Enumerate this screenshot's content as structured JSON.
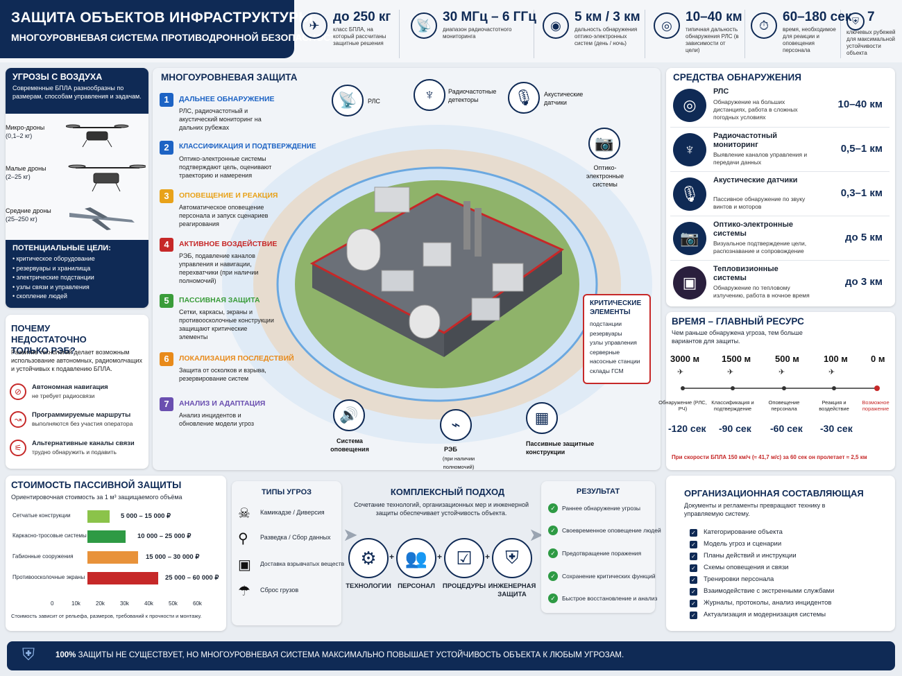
{
  "header": {
    "title": "ЗАЩИТА ОБЪЕКТОВ ИНФРАСТРУКТУРЫ",
    "subtitle": "МНОГОУРОВНЕВАЯ СИСТЕМА ПРОТИВОДРОННОЙ БЕЗОПАСНОСТИ",
    "stats": [
      {
        "icon": "drone-icon",
        "value": "до 250 кг",
        "desc": "класс БПЛА, на который рассчитаны защитные решения"
      },
      {
        "icon": "radio-tower-icon",
        "value": "30 МГц – 6 ГГц",
        "desc": "диапазон радиочастотного мониторинга"
      },
      {
        "icon": "eye-icon",
        "value": "5 км / 3 км",
        "desc": "дальность обнаружения оптико-электронных систем (день / ночь)"
      },
      {
        "icon": "radar-icon",
        "value": "10–40 км",
        "desc": "типичная дальность обнаружения РЛС (в зависимости от цели)"
      },
      {
        "icon": "stopwatch-icon",
        "value": "60–180 сек",
        "desc": "время, необходимое для реакции и оповещения персонала"
      },
      {
        "icon": "shield-icon",
        "value": "7",
        "desc": "ключевых рубежей для максимальной устойчивости объекта"
      }
    ]
  },
  "threats": {
    "title": "УГРОЗЫ С ВОЗДУХА",
    "desc": "Современные БПЛА разнообразны по размерам, способам управления и задачам.",
    "drones": [
      {
        "name": "Микро-дроны",
        "range": "(0,1–2 кг)"
      },
      {
        "name": "Малые дроны",
        "range": "(2–25 кг)"
      },
      {
        "name": "Средние дроны",
        "range": "(25–250 кг)"
      }
    ],
    "targets_title": "ПОТЕНЦИАЛЬНЫЕ ЦЕЛИ:",
    "targets": [
      "критическое оборудование",
      "резервуары и хранилища",
      "электрические подстанции",
      "узлы связи и управления",
      "скопление людей"
    ]
  },
  "why": {
    "title": "ПОЧЕМУ НЕДОСТАТОЧНО ТОЛЬКО РЭБ?",
    "desc": "Развитие технологий делает возможным использование автономных, радиомолчащих и устойчивых к подавлению БПЛА.",
    "items": [
      {
        "icon": "no-signal-icon",
        "title": "Автономная навигация",
        "desc": "не требует радиосвязи"
      },
      {
        "icon": "route-icon",
        "title": "Программируемые маршруты",
        "desc": "выполняются без участия оператора"
      },
      {
        "icon": "antenna-icon",
        "title": "Альтернативные каналы связи",
        "desc": "трудно обнаружить и подавить"
      }
    ]
  },
  "layers": {
    "title": "МНОГОУРОВНЕВАЯ ЗАЩИТА",
    "steps": [
      {
        "n": "1",
        "color": "#1d63c4",
        "title": "ДАЛЬНЕЕ ОБНАРУЖЕНИЕ",
        "desc": "РЛС, радиочастотный и акустический мониторинг на дальних рубежах"
      },
      {
        "n": "2",
        "color": "#1d63c4",
        "title": "КЛАССИФИКАЦИЯ И ПОДТВЕРЖДЕНИЕ",
        "desc": "Оптико-электронные системы подтверждают цель, оценивают траекторию и намерения"
      },
      {
        "n": "3",
        "color": "#e8a21a",
        "title": "ОПОВЕЩЕНИЕ И РЕАКЦИЯ",
        "desc": "Автоматическое оповещение персонала и запуск сценариев реагирования"
      },
      {
        "n": "4",
        "color": "#c62828",
        "title": "АКТИВНОЕ ВОЗДЕЙСТВИЕ",
        "desc": "РЭБ, подавление каналов управления и навигации, перехватчики (при наличии полномочий)"
      },
      {
        "n": "5",
        "color": "#3a9c3a",
        "title": "ПАССИВНАЯ ЗАЩИТА",
        "desc": "Сетки, каркасы, экраны и противоосколочные конструкции защищают критические элементы"
      },
      {
        "n": "6",
        "color": "#e88a1a",
        "title": "ЛОКАЛИЗАЦИЯ ПОСЛЕДСТВИЙ",
        "desc": "Защита от осколков и взрыва, резервирование систем"
      },
      {
        "n": "7",
        "color": "#6a4fb0",
        "title": "АНАЛИЗ И АДАПТАЦИЯ",
        "desc": "Анализ инцидентов и обновление модели угроз"
      }
    ],
    "sensors": {
      "rls": "РЛС",
      "rf": "Радиочастотные детекторы",
      "acoustic": "Акустические датчики",
      "optic": "Оптико-электронные системы",
      "alert": "Система оповещения",
      "reb": "РЭБ",
      "reb_note": "(при наличии полномочий)",
      "passive": "Пассивные защитные конструкции"
    },
    "critical_title": "КРИТИЧЕСКИЕ ЭЛЕМЕНТЫ",
    "critical": [
      "подстанции",
      "резервуары",
      "узлы управления",
      "серверные",
      "насосные станции",
      "склады ГСМ"
    ]
  },
  "detection": {
    "title": "СРЕДСТВА ОБНАРУЖЕНИЯ",
    "items": [
      {
        "icon": "radar-icon",
        "title": "РЛС",
        "desc": "Обнаружение на больших дистанциях, работа в сложных погодных условиях",
        "range": "10–40 км"
      },
      {
        "icon": "radio-tower-icon",
        "title": "Радиочастотный мониторинг",
        "desc": "Выявление каналов управления и передачи данных",
        "range": "0,5–1 км"
      },
      {
        "icon": "microphone-icon",
        "title": "Акустические датчики",
        "desc": "Пассивное обнаружение по звуку винтов и моторов",
        "range": "0,3–1 км"
      },
      {
        "icon": "camera-icon",
        "title": "Оптико-электронные системы",
        "desc": "Визуальное подтверждение цели, распознавание и сопровождение",
        "range": "до 5 км"
      },
      {
        "icon": "thermal-icon",
        "title": "Тепловизионные системы",
        "desc": "Обнаружение по тепловому излучению, работа в ночное время",
        "range": "до 3 км"
      }
    ]
  },
  "time": {
    "title": "ВРЕМЯ – ГЛАВНЫЙ РЕСУРС",
    "desc": "Чем раньше обнаружена угроза, тем больше вариантов для защиты.",
    "points": [
      {
        "dist": "3000 м",
        "label": "Обнаружение (РЛС, РЧ)",
        "sec": "-120 сек"
      },
      {
        "dist": "1500 м",
        "label": "Классификация и подтверждение",
        "sec": "-90 сек"
      },
      {
        "dist": "500 м",
        "label": "Оповещение персонала",
        "sec": "-60 сек"
      },
      {
        "dist": "100 м",
        "label": "Реакция и воздействие",
        "sec": "-30 сек"
      },
      {
        "dist": "0 м",
        "label": "Возможное поражение",
        "sec": ""
      }
    ],
    "note": "При скорости БПЛА 150 км/ч (≈ 41,7 м/с) за 60 сек он пролетает ≈ 2,5 км"
  },
  "cost": {
    "title": "СТОИМОСТЬ ПАССИВНОЙ ЗАЩИТЫ",
    "subtitle": "Ориентировочная стоимость за 1 м³ защищаемого объёма",
    "axis": [
      "0",
      "10k",
      "20k",
      "30k",
      "40k",
      "50k",
      "60k"
    ],
    "items": [
      {
        "name": "Сетчатые конструкции",
        "label": "5 000 – 15 000 ₽",
        "min": 5000,
        "max": 15000,
        "color": "#8bc34a"
      },
      {
        "name": "Каркасно-тросовые системы",
        "label": "10 000 – 25 000 ₽",
        "min": 10000,
        "max": 25000,
        "color": "#2e9a44"
      },
      {
        "name": "Габионные сооружения",
        "label": "15 000 – 30 000 ₽",
        "min": 15000,
        "max": 30000,
        "color": "#e8923a"
      },
      {
        "name": "Противоосколочные экраны",
        "label": "25 000 – 60 000 ₽",
        "min": 25000,
        "max": 60000,
        "color": "#c62828"
      }
    ],
    "note": "Стоимость зависит от рельефа, размеров, требований к прочности и монтажу."
  },
  "threat_types": {
    "title": "ТИПЫ УГРОЗ",
    "items": [
      {
        "icon": "skull-icon",
        "label": "Камикадзе / Диверсия"
      },
      {
        "icon": "binoculars-icon",
        "label": "Разведка / Сбор данных"
      },
      {
        "icon": "package-icon",
        "label": "Доставка взрывчатых веществ"
      },
      {
        "icon": "parachute-icon",
        "label": "Сброс грузов"
      }
    ]
  },
  "complex": {
    "title": "КОМПЛЕКСНЫЙ ПОДХОД",
    "desc": "Сочетание технологий, организационных мер и инженерной защиты обеспечивает устойчивость объекта.",
    "items": [
      {
        "icon": "gear-icon",
        "label": "ТЕХНОЛОГИИ"
      },
      {
        "icon": "people-icon",
        "label": "ПЕРСОНАЛ"
      },
      {
        "icon": "checklist-icon",
        "label": "ПРОЦЕДУРЫ"
      },
      {
        "icon": "shield-icon",
        "label": "ИНЖЕНЕРНАЯ ЗАЩИТА"
      }
    ]
  },
  "result": {
    "title": "РЕЗУЛЬТАТ",
    "items": [
      "Раннее обнаружение угрозы",
      "Своевременное оповещение людей",
      "Предотвращение поражения",
      "Сохранение критических функций",
      "Быстрое восстановление и анализ"
    ]
  },
  "org": {
    "title": "ОРГАНИЗАЦИОННАЯ СОСТАВЛЯЮЩАЯ",
    "desc": "Документы и регламенты превращают технику в управляемую систему.",
    "items": [
      "Категорирование объекта",
      "Модель угроз и сценарии",
      "Планы действий и инструкции",
      "Схемы оповещения и связи",
      "Тренировки персонала",
      "Взаимодействие с экстренными службами",
      "Журналы, протоколы, анализ инцидентов",
      "Актуализация и модернизация системы"
    ]
  },
  "footer": {
    "bold": "100%",
    "text": "ЗАЩИТЫ НЕ СУЩЕСТВУЕТ, НО МНОГОУРОВНЕВАЯ СИСТЕМА МАКСИМАЛЬНО ПОВЫШАЕТ УСТОЙЧИВОСТЬ ОБЪЕКТА К ЛЮБЫМ УГРОЗАМ."
  }
}
